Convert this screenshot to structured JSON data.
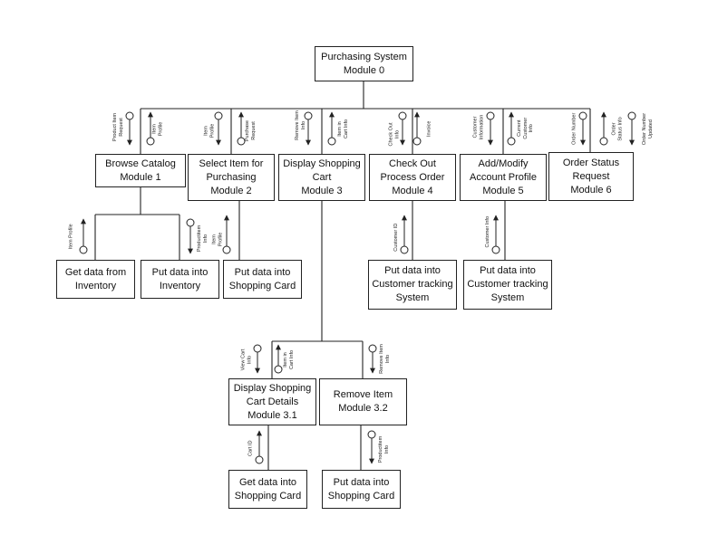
{
  "modules": {
    "m0": [
      "Purchasing System",
      "Module 0"
    ],
    "m1": [
      "Browse Catalog",
      "Module 1"
    ],
    "m2": [
      "Select Item for",
      "Purchasing",
      "Module 2"
    ],
    "m3": [
      "Display Shopping",
      "Cart",
      "Module 3"
    ],
    "m4": [
      "Check Out",
      "Process Order",
      "Module 4"
    ],
    "m5": [
      "Add/Modify",
      "Account Profile",
      "Module 5"
    ],
    "m6": [
      "Order Status",
      "Request",
      "Module 6"
    ],
    "m1a": [
      "Get data from",
      "Inventory"
    ],
    "m1b": [
      "Put data into",
      "Inventory"
    ],
    "m2a": [
      "Put data into",
      "Shopping Card"
    ],
    "m4a": [
      "Put data into",
      "Customer tracking",
      "System"
    ],
    "m5a": [
      "Put data into",
      "Customer tracking",
      "System"
    ],
    "m31": [
      "Display Shopping",
      "Cart Details",
      "Module 3.1"
    ],
    "m32": [
      "Remove Item",
      "Module 3.2"
    ],
    "m31a": [
      "Get data into",
      "Shopping Card"
    ],
    "m32a": [
      "Put data into",
      "Shopping Card"
    ]
  },
  "couples": {
    "c1_in": "Product Item\nRequest",
    "c1_out": "Item\nProfile",
    "c2_in": "Item\nProfile",
    "c2_out": "Purchase\nRequest",
    "c3_in": "Remove Item\nInfo",
    "c3_out": "Item in\nCart Info",
    "c4_in": "Check Out\nInfo",
    "c4_out": "Invoice",
    "c5_in": "Customer\nInformation",
    "c5_out": "Current\nCustomer\nInfo",
    "c6_in": "Order Number",
    "c6_out": "Order\nStatus Info",
    "c6_extra": "Order Number\nUpdated",
    "c1a": "Item Profile",
    "c1b": "Productitem\nInfo",
    "c2a": "Item\nProfile",
    "c4a": "Customer ID",
    "c5a": "Customer Info",
    "c31_in": "View Cart\nInfo",
    "c31_out": "Item in\nCart Info",
    "c32": "Remove Item\nInfo",
    "c31a": "Cart ID",
    "c32a": "Productitem\nInfo"
  }
}
